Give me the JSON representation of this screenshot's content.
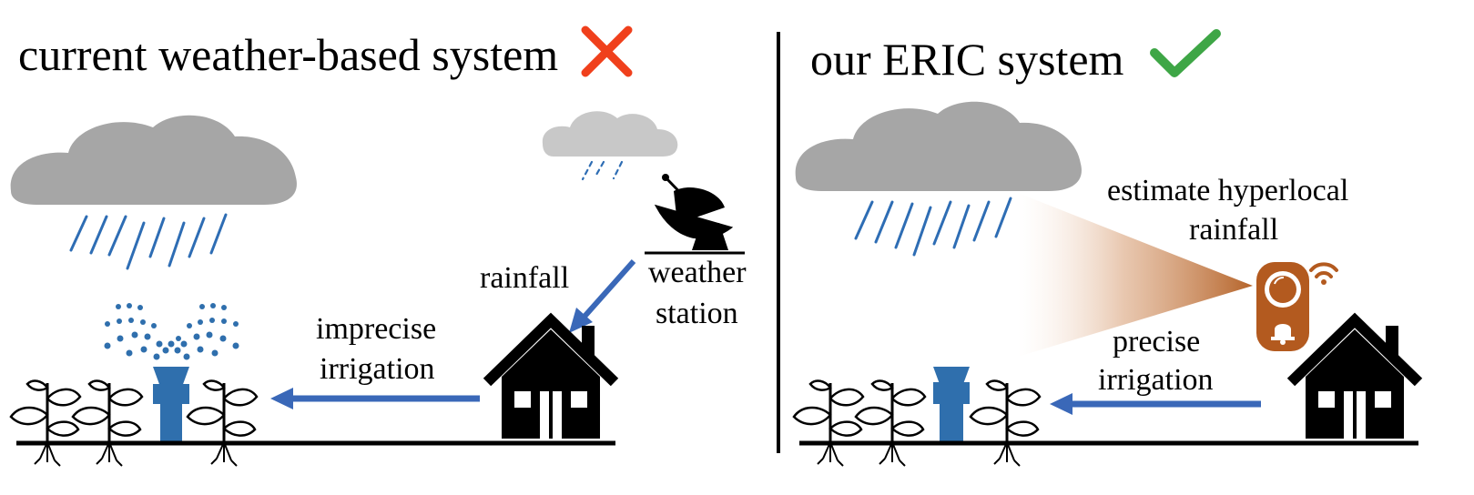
{
  "left_panel": {
    "title": "current weather-based system",
    "status_icon": "cross-icon",
    "labels": {
      "rainfall": "rainfall",
      "weather_station_line1": "weather",
      "weather_station_line2": "station",
      "irrigation_line1": "imprecise",
      "irrigation_line2": "irrigation"
    }
  },
  "right_panel": {
    "title": "our ERIC system",
    "status_icon": "checkmark-icon",
    "labels": {
      "estimate_line1": "estimate hyperlocal",
      "estimate_line2": "rainfall",
      "irrigation_line1": "precise",
      "irrigation_line2": "irrigation"
    }
  },
  "colors": {
    "cross": "#f0401c",
    "check": "#3ea646",
    "rain": "#2e6db4",
    "sprinkler": "#2f6fad",
    "arrow": "#3a68b8",
    "cloud": "#a6a6a6",
    "cloud_light": "#c8c8c8",
    "device": "#b35a1f",
    "beam": "#b5642a",
    "ground": "#000000"
  }
}
